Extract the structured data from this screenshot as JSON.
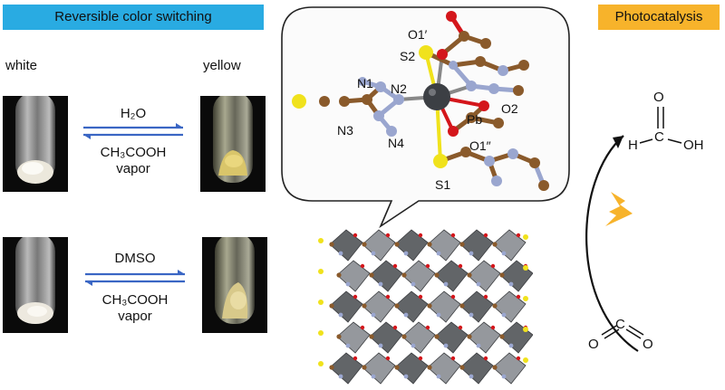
{
  "banners": {
    "left": "Reversible color switching",
    "right": "Photocatalysis"
  },
  "colors": {
    "banner_left": "#29abe2",
    "banner_right": "#f7b32b",
    "arrow": "#3a66c4",
    "pb_atom": "#3c3f44",
    "s_atom": "#f0e21c",
    "n_atom": "#9aa6cf",
    "c_atom": "#8a5a2b",
    "o_atom": "#d4161b",
    "lightning": "#f7b32b"
  },
  "top_row": {
    "left_label": "white",
    "right_label": "yellow",
    "forward": "H₂O",
    "reverse_line1": "CH₃COOH",
    "reverse_line2": "vapor"
  },
  "bottom_row": {
    "forward": "DMSO",
    "reverse_line1": "CH₃COOH",
    "reverse_line2": "vapor"
  },
  "atom_labels": {
    "o1p": "O1′",
    "s2": "S2",
    "n1": "N1",
    "n2": "N2",
    "n3": "N3",
    "n4": "N4",
    "pb": "Pb",
    "o2": "O2",
    "o1pp": "O1″",
    "s1": "S1"
  },
  "formic_acid": {
    "o": "O",
    "c": "C",
    "h": "H",
    "oh": "OH"
  },
  "co2": {
    "o_left": "O",
    "c": "C",
    "o_right": "O"
  }
}
